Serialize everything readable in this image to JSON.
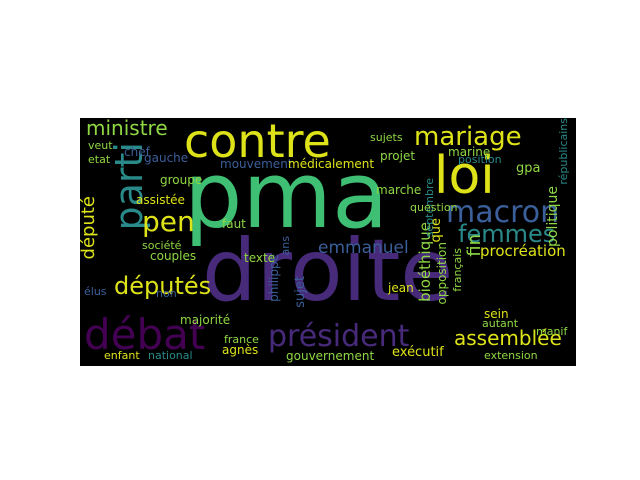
{
  "colors": {
    "background": "#000000",
    "green": "#3fbf73",
    "purple": "#472a7a",
    "yellow": "#dde318",
    "teal": "#2a8a8a",
    "blue": "#3b5f9a",
    "lime": "#8fd744",
    "darkpurple": "#440154"
  },
  "words": [
    {
      "text": "pma"
    },
    {
      "text": "droite"
    },
    {
      "text": "contre"
    },
    {
      "text": "parti"
    },
    {
      "text": "loi"
    },
    {
      "text": "mariage"
    },
    {
      "text": "macron"
    },
    {
      "text": "femmes"
    },
    {
      "text": "débat"
    },
    {
      "text": "président"
    },
    {
      "text": "députés"
    },
    {
      "text": "pen"
    },
    {
      "text": "ministre"
    },
    {
      "text": "emmanuel"
    },
    {
      "text": "assemblée"
    },
    {
      "text": "procréation"
    },
    {
      "text": "député"
    },
    {
      "text": "chef"
    },
    {
      "text": "gauche"
    },
    {
      "text": "groupe"
    },
    {
      "text": "assistée"
    },
    {
      "text": "société"
    },
    {
      "text": "couples"
    },
    {
      "text": "majorité"
    },
    {
      "text": "france"
    },
    {
      "text": "agnès"
    },
    {
      "text": "enfant"
    },
    {
      "text": "national"
    },
    {
      "text": "gouvernement"
    },
    {
      "text": "exécutif"
    },
    {
      "text": "extension"
    },
    {
      "text": "politique"
    },
    {
      "text": "bioéthique"
    },
    {
      "text": "projet"
    },
    {
      "text": "marine"
    },
    {
      "text": "position"
    },
    {
      "text": "sujets"
    },
    {
      "text": "question"
    },
    {
      "text": "mouvement"
    },
    {
      "text": "médicalement"
    },
    {
      "text": "marche"
    },
    {
      "text": "texte"
    },
    {
      "text": "faut"
    },
    {
      "text": "philippe"
    },
    {
      "text": "sujet"
    },
    {
      "text": "ans"
    },
    {
      "text": "jean"
    },
    {
      "text": "sein"
    },
    {
      "text": "autant"
    },
    {
      "text": "républicains"
    },
    {
      "text": "opposition"
    },
    {
      "text": "français"
    },
    {
      "text": "fin"
    },
    {
      "text": "gpa"
    },
    {
      "text": "septembre"
    },
    {
      "text": "élus"
    },
    {
      "text": "non"
    },
    {
      "text": "veut"
    },
    {
      "text": "etat"
    },
    {
      "text": "manif"
    },
    {
      "text": "que"
    }
  ]
}
